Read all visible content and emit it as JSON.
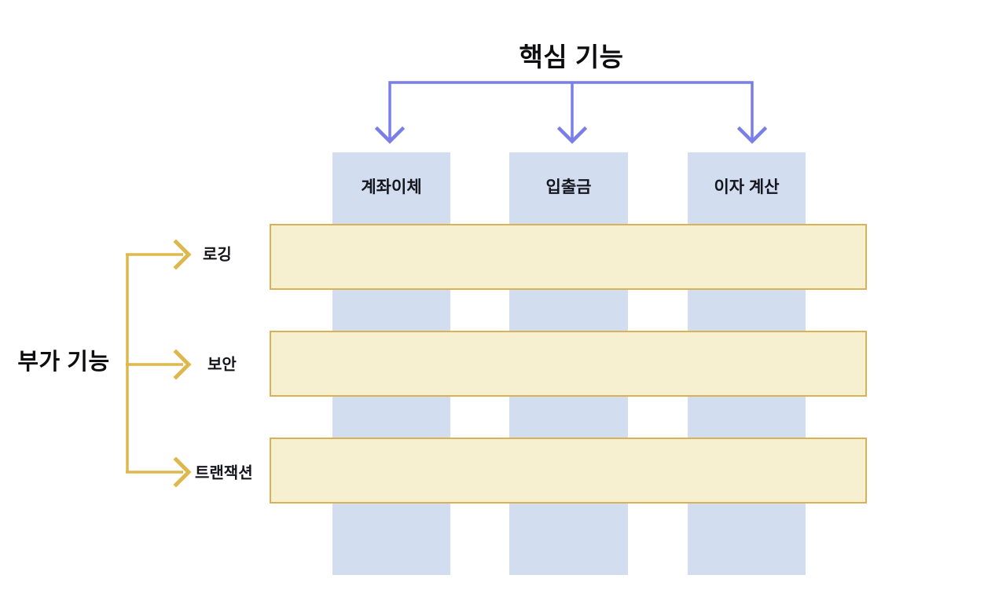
{
  "core_functions": {
    "heading": "핵심 기능",
    "items": [
      {
        "label": "계좌이체"
      },
      {
        "label": "입출금"
      },
      {
        "label": "이자 계산"
      }
    ]
  },
  "cross_cutting": {
    "heading": "부가 기능",
    "items": [
      {
        "label": "로깅"
      },
      {
        "label": "보안"
      },
      {
        "label": "트랜잭션"
      }
    ]
  },
  "colors": {
    "accent_purple": "#7A7EE9",
    "accent_gold": "#DDB84D",
    "column_fill": "#D2DEF0",
    "bar_fill": "#F6F0D1",
    "bar_border": "#D8B254",
    "text_color": "#121217"
  }
}
